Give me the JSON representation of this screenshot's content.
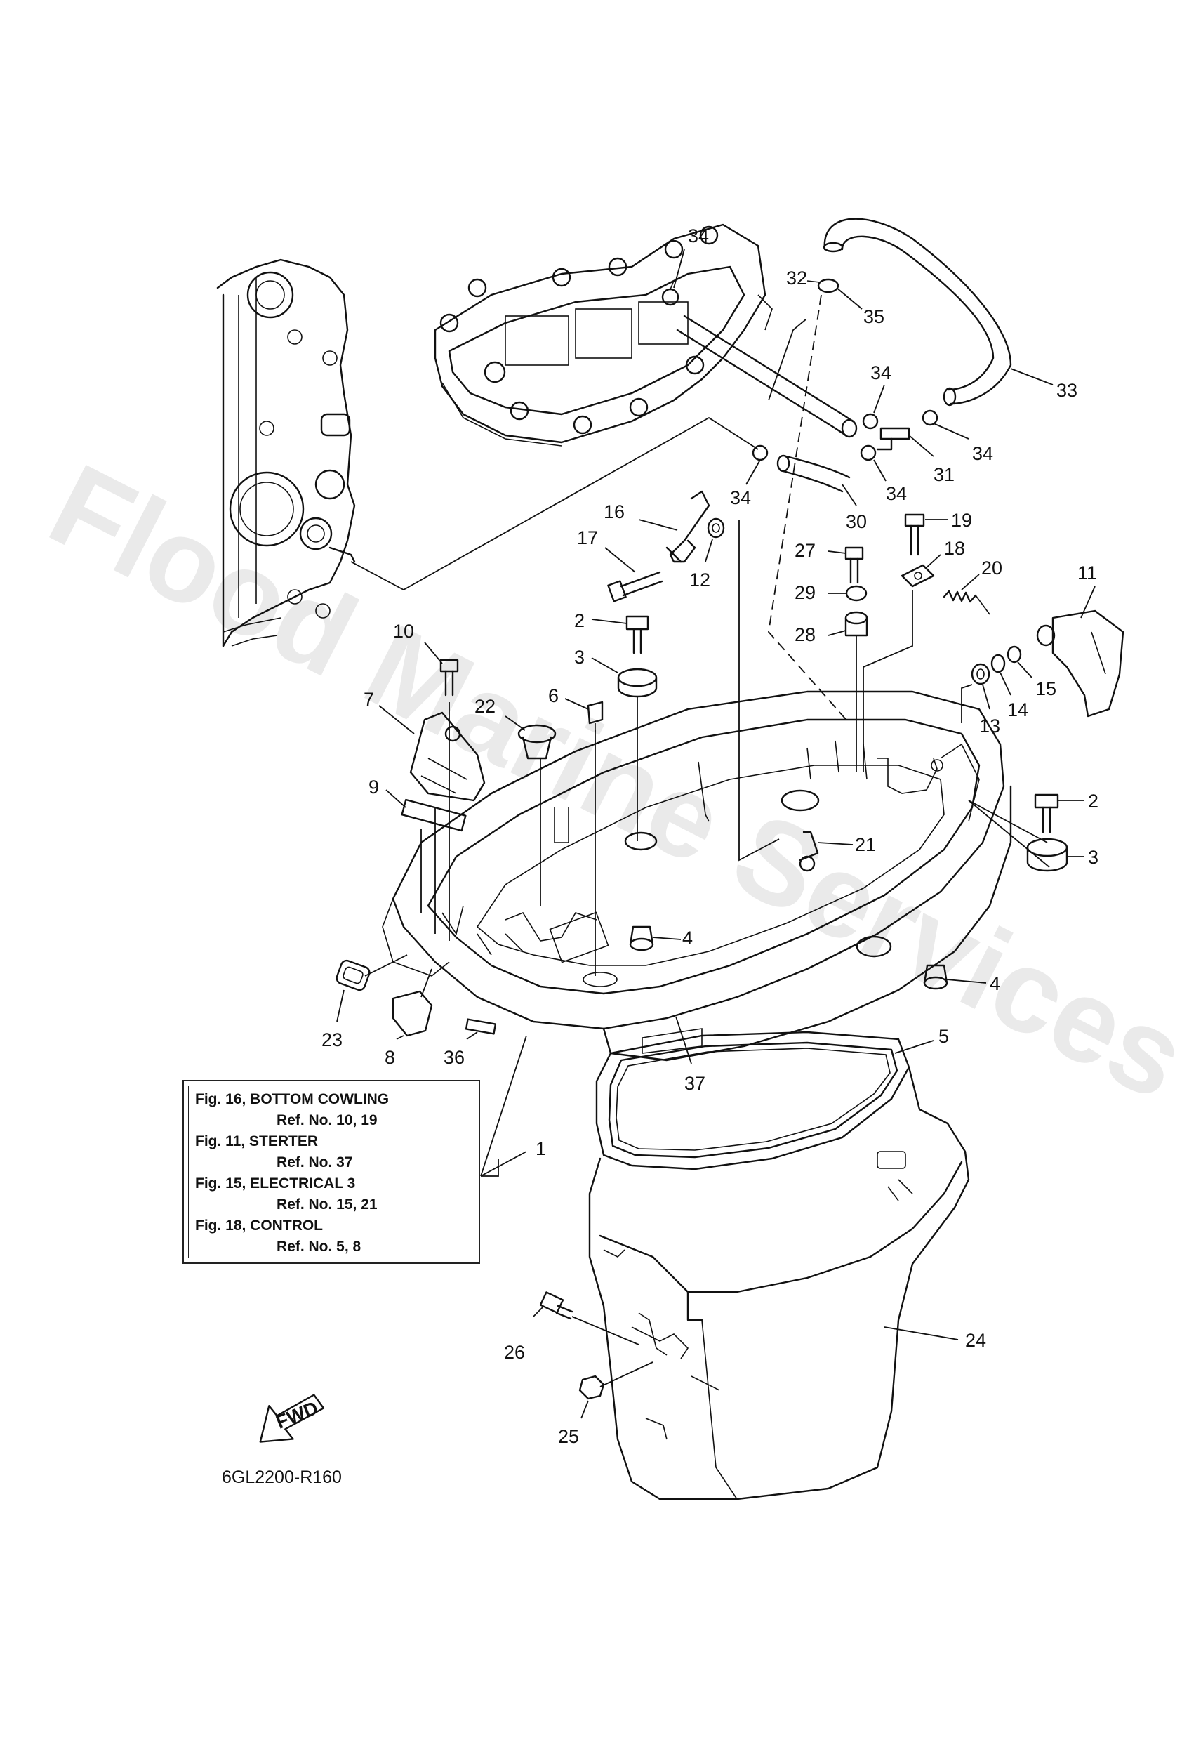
{
  "watermark": "Flood Marine Services",
  "diagram_code": "6GL2200-R160",
  "fwd_label": "FWD",
  "reference_box": [
    {
      "fig": "Fig. 16, BOTTOM COWLING",
      "refs": "Ref. No. 10, 19"
    },
    {
      "fig": "Fig. 11, STERTER",
      "refs": "Ref. No. 37"
    },
    {
      "fig": "Fig. 15, ELECTRICAL 3",
      "refs": "Ref. No. 15, 21"
    },
    {
      "fig": "Fig. 18, CONTROL",
      "refs": "Ref. No. 5, 8"
    }
  ],
  "callouts": {
    "c1": "1",
    "c2a": "2",
    "c2b": "2",
    "c3a": "3",
    "c3b": "3",
    "c4a": "4",
    "c4b": "4",
    "c5": "5",
    "c6": "6",
    "c7": "7",
    "c8": "8",
    "c9": "9",
    "c10": "10",
    "c11": "11",
    "c12": "12",
    "c13": "13",
    "c14": "14",
    "c15": "15",
    "c16": "16",
    "c17": "17",
    "c18": "18",
    "c19": "19",
    "c20": "20",
    "c21": "21",
    "c22": "22",
    "c23": "23",
    "c24": "24",
    "c25": "25",
    "c26": "26",
    "c27": "27",
    "c28": "28",
    "c29": "29",
    "c30": "30",
    "c31": "31",
    "c32": "32",
    "c33": "33",
    "c34a": "34",
    "c34b": "34",
    "c34c": "34",
    "c34d": "34",
    "c34e": "34",
    "c35": "35",
    "c36": "36",
    "c37": "37"
  }
}
